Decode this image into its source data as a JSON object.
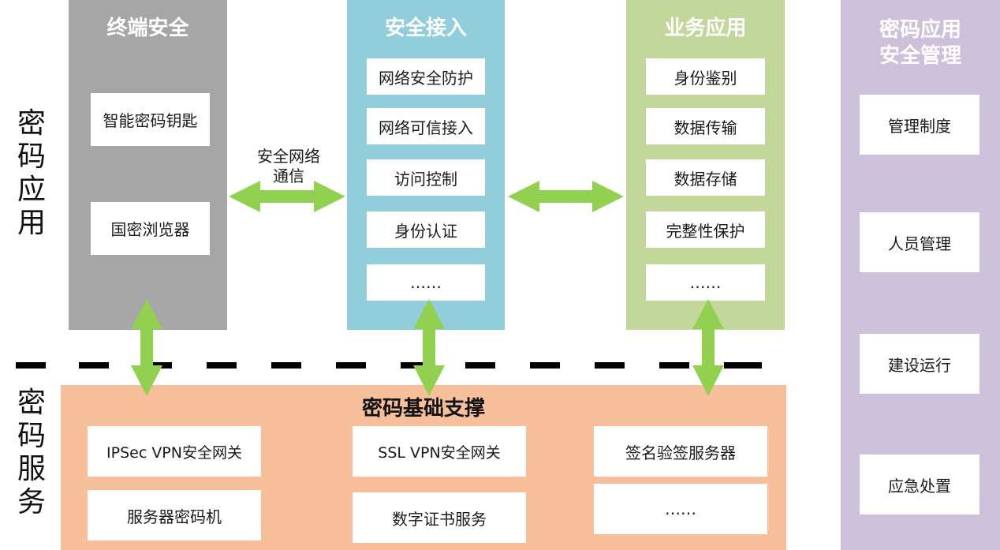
{
  "side_labels": {
    "top": [
      "密",
      "码",
      "应",
      "用"
    ],
    "bottom": [
      "密",
      "码",
      "服",
      "务"
    ]
  },
  "terminal": {
    "title": "终端安全",
    "items": [
      "智能密码钥匙",
      "国密浏览器"
    ]
  },
  "network_comm_label": [
    "安全网络",
    "通信"
  ],
  "access": {
    "title": "安全接入",
    "items": [
      "网络安全防护",
      "网络可信接入",
      "访问控制",
      "身份认证",
      "……"
    ]
  },
  "business": {
    "title": "业务应用",
    "items": [
      "身份鉴别",
      "数据传输",
      "数据存储",
      "完整性保护",
      "……"
    ]
  },
  "management": {
    "title": [
      "密码应用",
      "安全管理"
    ],
    "items": [
      "管理制度",
      "人员管理",
      "建设运行",
      "应急处置"
    ]
  },
  "foundation": {
    "title": "密码基础支撑",
    "items": [
      "IPSec VPN安全网关",
      "SSL VPN安全网关",
      "签名验签服务器",
      "服务器密码机",
      "数字证书服务",
      "……"
    ]
  },
  "colors": {
    "terminal": "#a6a6a6",
    "access": "#92cddc",
    "business": "#c4d79b",
    "management": "#ccc0da",
    "foundation": "#f8c09a",
    "arrow": "#92d050"
  },
  "icons": [
    "double-arrow-icon"
  ]
}
